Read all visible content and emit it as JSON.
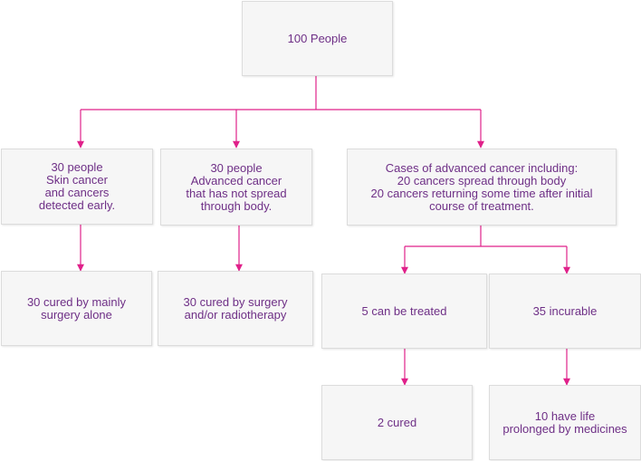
{
  "colors": {
    "connector": "#e0218a",
    "box_text": "#6e2f86",
    "box_fill": "#f6f6f6",
    "box_border": "#dcdcdc"
  },
  "nodes": {
    "root": "100 People",
    "early": "30 people\nSkin cancer\nand cancers\ndetected early.",
    "advanced_local": "30 people\nAdvanced cancer\nthat has not spread\nthrough body.",
    "advanced_spread": "Cases of advanced cancer including:\n20 cancers spread through body\n20 cancers returning some time after initial\ncourse of treatment.",
    "cured_surgery": "30 cured by  mainly\nsurgery alone",
    "cured_radio": "30 cured by surgery\nand/or radiotherapy",
    "treatable": "5 can be treated",
    "incurable": "35 incurable",
    "cured_two": "2 cured",
    "prolonged": "10 have life\nprolonged by medicines"
  }
}
